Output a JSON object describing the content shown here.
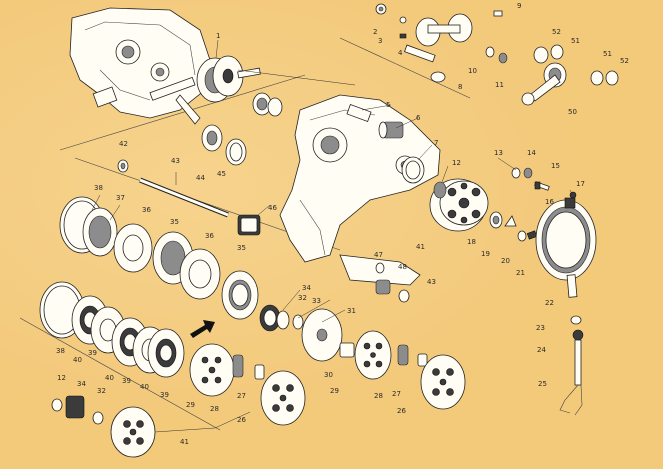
{
  "labels": {
    "l1": "1",
    "l2": "2",
    "l3": "3",
    "l4": "4",
    "l5": "5",
    "l6": "6",
    "l7": "7",
    "l8": "8",
    "l9": "9",
    "l10": "10",
    "l11": "11",
    "l12a": "12",
    "l12b": "12",
    "l13": "13",
    "l14": "14",
    "l15": "15",
    "l16": "16",
    "l17": "17",
    "l18": "18",
    "l19": "19",
    "l20": "20",
    "l21": "21",
    "l22": "22",
    "l23": "23",
    "l24": "24",
    "l25": "25",
    "l26a": "26",
    "l26b": "26",
    "l27a": "27",
    "l27b": "27",
    "l28a": "28",
    "l28b": "28",
    "l29a": "29",
    "l29b": "29",
    "l30": "30",
    "l31": "31",
    "l32a": "32",
    "l32b": "32",
    "l33": "33",
    "l34a": "34",
    "l34b": "34",
    "l35a": "35",
    "l35b": "35",
    "l36a": "36",
    "l36b": "36",
    "l37": "37",
    "l38a": "38",
    "l38b": "38",
    "l39a": "39",
    "l39b": "39",
    "l39c": "39",
    "l40a": "40",
    "l40b": "40",
    "l40c": "40",
    "l41a": "41",
    "l41b": "41",
    "l42": "42",
    "l43a": "43",
    "l43b": "43",
    "l44": "44",
    "l45": "45",
    "l46": "46",
    "l47": "47",
    "l48": "48",
    "l50": "50",
    "l51a": "51",
    "l51b": "51",
    "l52a": "52",
    "l52b": "52"
  },
  "colors": {
    "paper": "#f3c97a",
    "ink": "#222222"
  }
}
